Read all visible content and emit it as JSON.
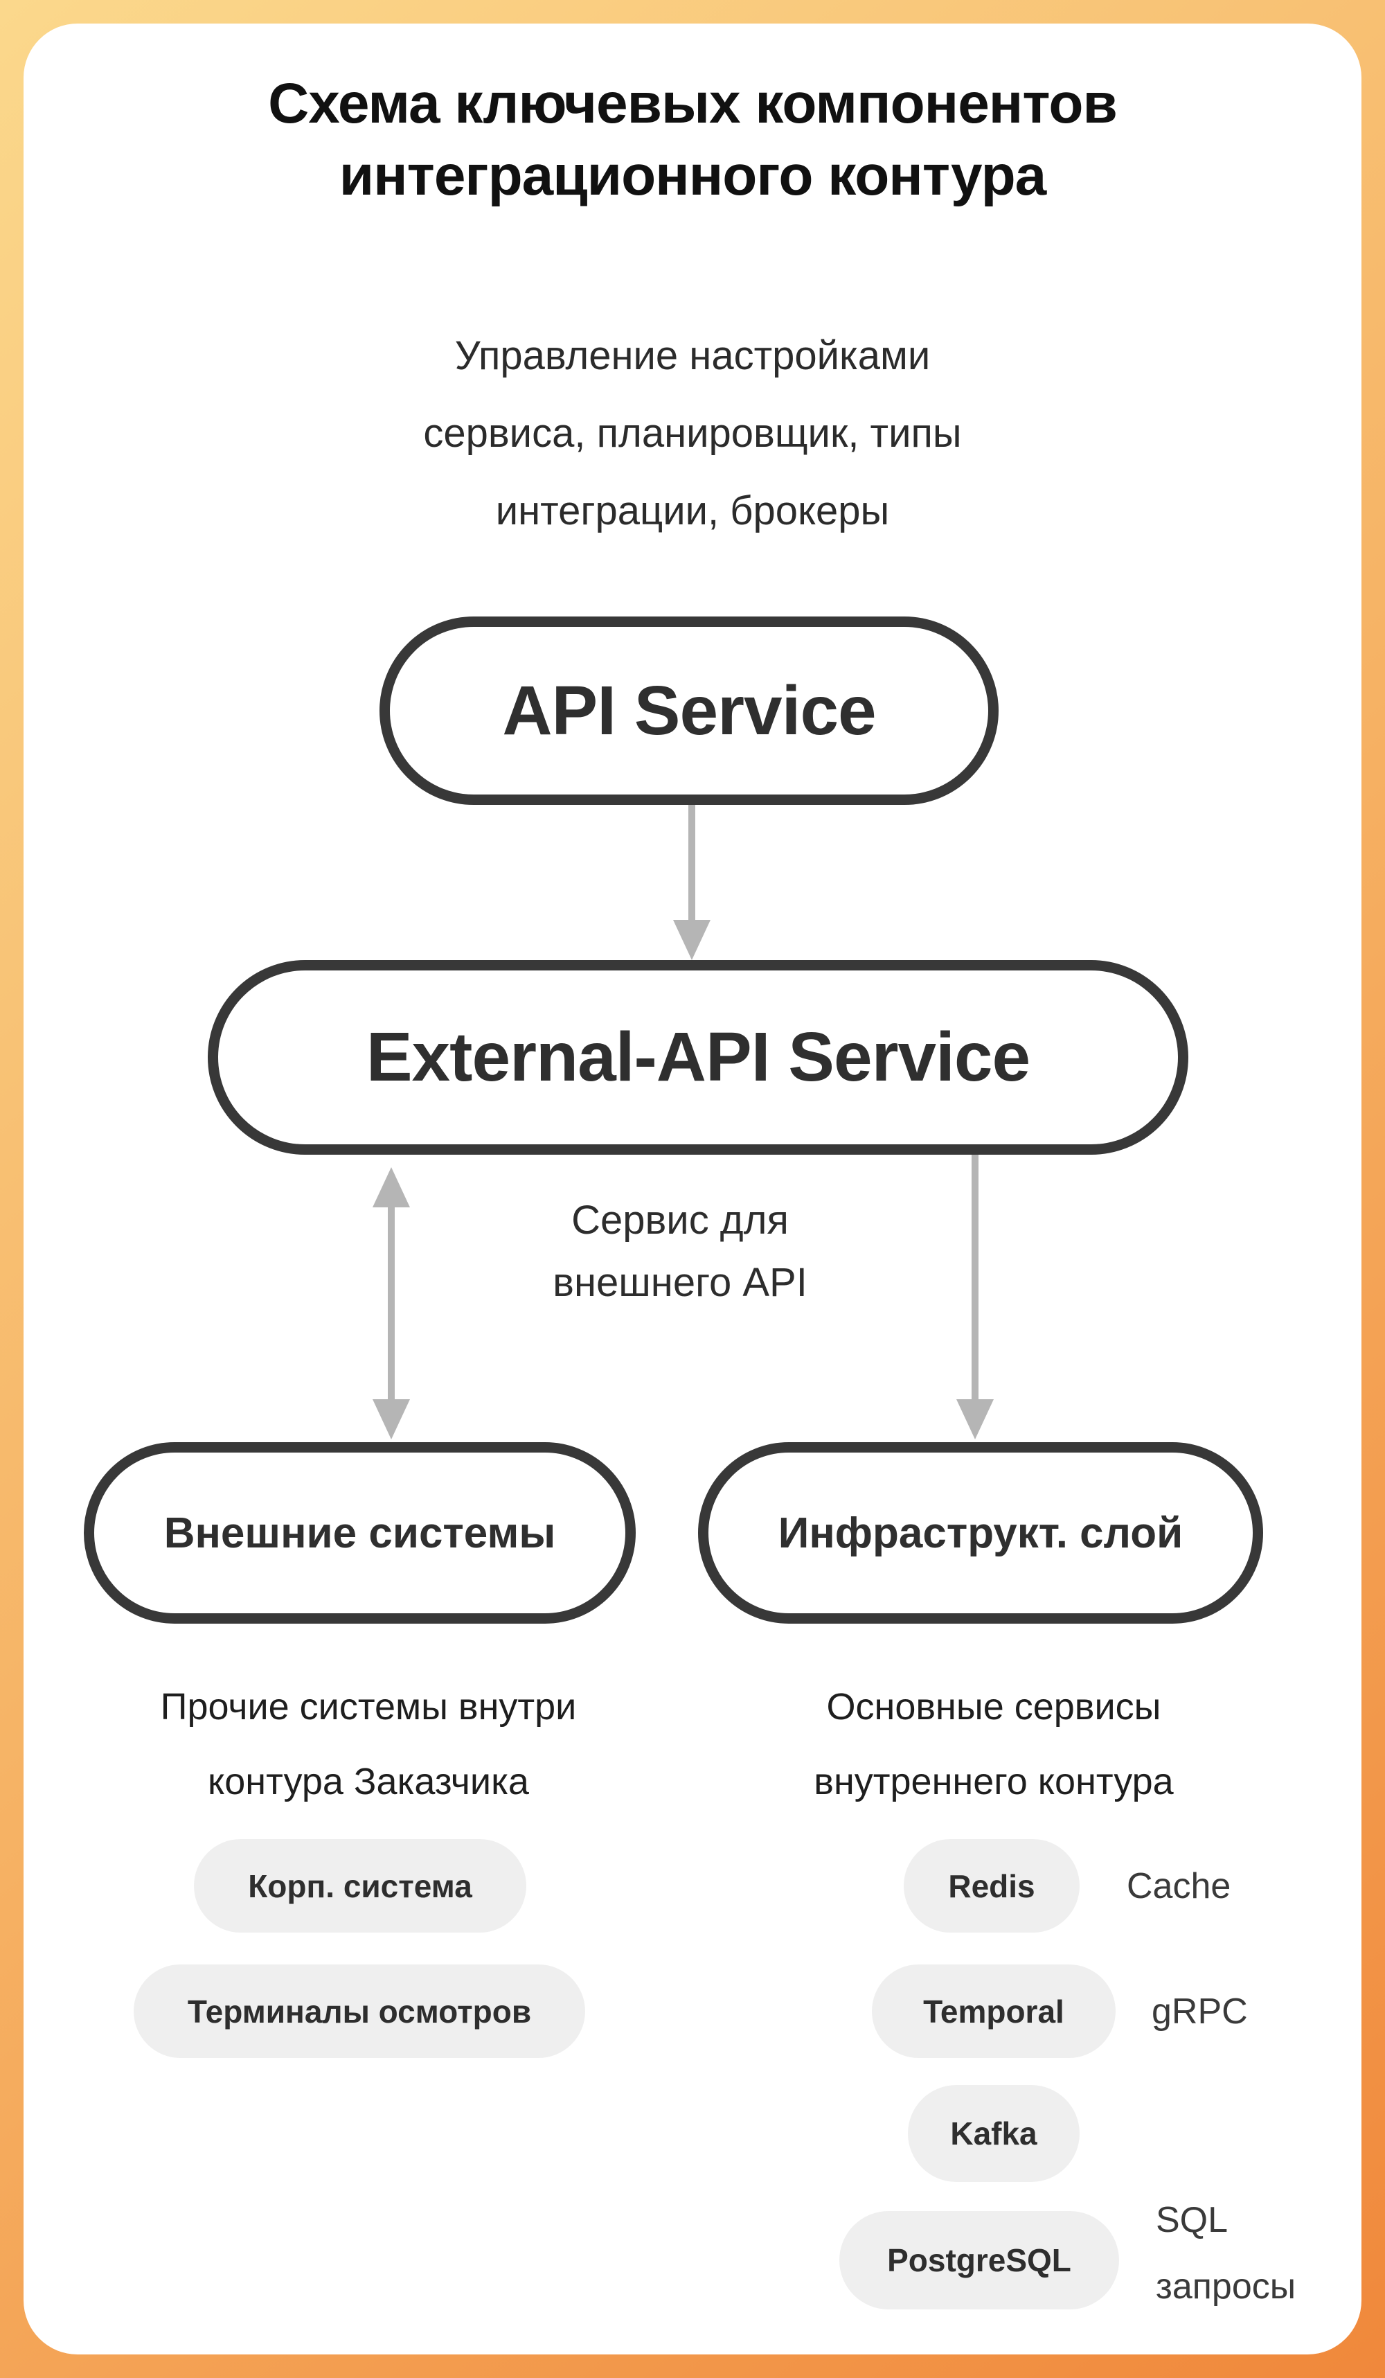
{
  "page": {
    "title_lines": [
      "Схема ключевых компонентов",
      "интеграционного контура"
    ],
    "subtitle_lines": [
      "Управление настройками",
      "сервиса, планировщик, типы",
      "интеграции, брокеры"
    ]
  },
  "diagram": {
    "nodes": {
      "api_service": {
        "label": "API Service"
      },
      "external_api": {
        "label": "External-API Service"
      },
      "external_systems": {
        "label": "Внешние системы"
      },
      "infra_layer": {
        "label": "Инфраструкт. слой"
      }
    },
    "external_api_annotation_lines": [
      "Сервис для",
      "внешнего API"
    ],
    "external_systems_caption_lines": [
      "Прочие системы внутри",
      "контура Заказчика"
    ],
    "infra_layer_caption_lines": [
      "Основные сервисы",
      "внутреннего контура"
    ],
    "external_systems_tags": [
      {
        "label": "Корп. система"
      },
      {
        "label": "Терминалы осмотров"
      }
    ],
    "infra_tags": [
      {
        "label": "Redis",
        "note": "Cache"
      },
      {
        "label": "Temporal",
        "note": "gRPC"
      },
      {
        "label": "Kafka"
      },
      {
        "label": "PostgreSQL",
        "note_lines": [
          "SQL",
          "запросы"
        ]
      }
    ],
    "colors": {
      "frame_gradient_start": "#FBD88C",
      "frame_gradient_end": "#F0883B",
      "node_border": "#383838",
      "arrow": "#B5B5B5",
      "tag_background": "#EFEFEF",
      "card_background": "#FFFFFF"
    }
  }
}
